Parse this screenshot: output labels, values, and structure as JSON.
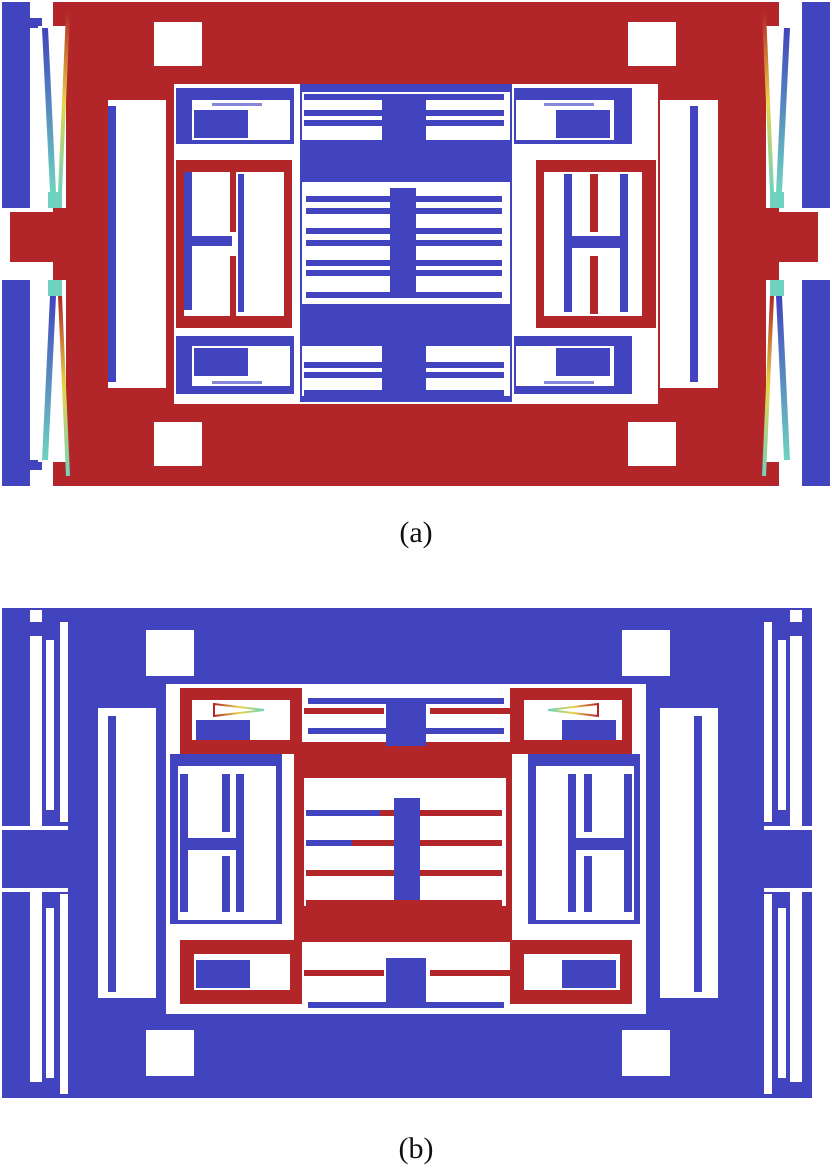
{
  "figure": {
    "panels": [
      {
        "id": "a",
        "caption": "(a)",
        "description": "MEMS structure: outer frame highlighted (red), inner proof mass and combs unhighlighted (blue)",
        "highlighted_region": "outer-frame",
        "colors": {
          "highlight": "#B22528",
          "base": "#4144BE",
          "background": "#FFFFFF",
          "strain_gradient": [
            "#4144BE",
            "#6FD3C0",
            "#E8D34A",
            "#B22528"
          ]
        }
      },
      {
        "id": "b",
        "caption": "(b)",
        "description": "MEMS structure: inner frame and comb fingers highlighted (red), outer frame unhighlighted (blue)",
        "highlighted_region": "inner-frame",
        "colors": {
          "highlight": "#B22528",
          "base": "#4144BE",
          "background": "#FFFFFF",
          "strain_gradient": [
            "#4144BE",
            "#6FD3C0",
            "#E8D34A",
            "#B22528"
          ]
        }
      }
    ]
  }
}
